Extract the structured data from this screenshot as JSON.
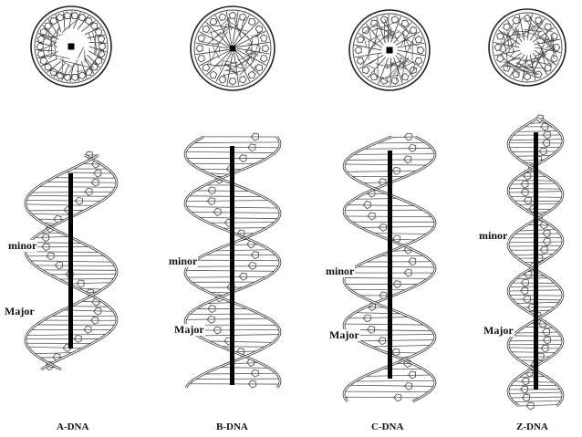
{
  "forms": [
    {
      "name": "A-DNA",
      "minor": "minor",
      "major": "Major"
    },
    {
      "name": "B-DNA",
      "minor": "minor",
      "major": "Major"
    },
    {
      "name": "C-DNA",
      "minor": "minor",
      "major": "Major"
    },
    {
      "name": "Z-DNA",
      "minor": "minor",
      "major": "Major"
    }
  ]
}
